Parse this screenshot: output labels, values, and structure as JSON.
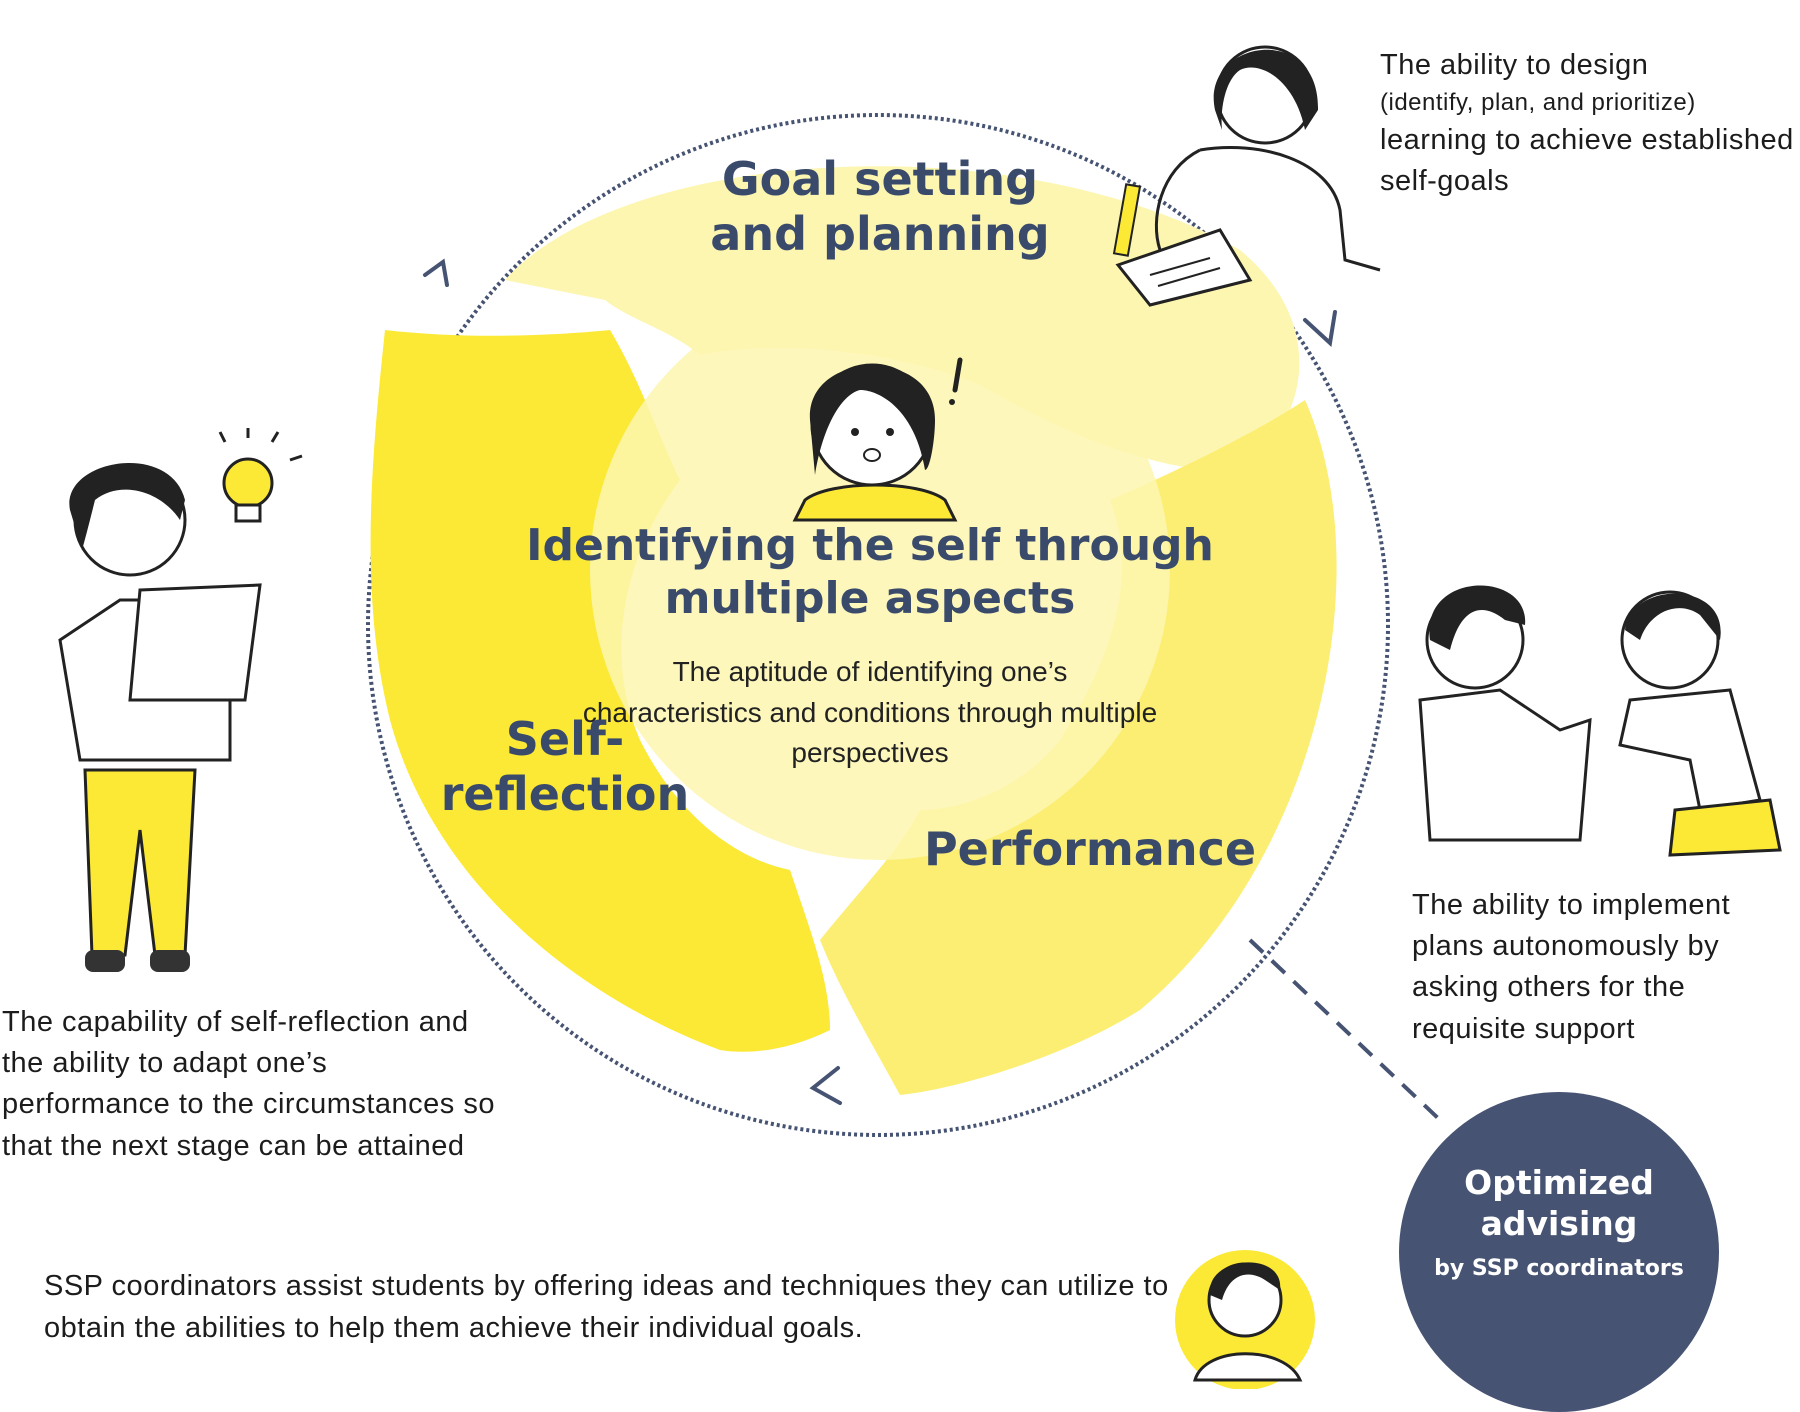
{
  "stages": {
    "goal": "Goal setting and planning",
    "center_title": "Identifying the self through multiple aspects",
    "center_desc": "The aptitude of identifying one’s characteristics and conditions through multiple perspectives",
    "self_reflection": "Self-reflection",
    "performance": "Performance"
  },
  "descriptions": {
    "goal_line1": "The ability to design",
    "goal_line2": "(identify, plan, and prioritize)",
    "goal_line3": "learning to achieve established self-goals",
    "performance": "The ability to implement plans autonomously by asking others for the requisite support",
    "self_reflection": "The capability of self-reflection and the ability to adapt one’s performance to the circumstances so that the next stage can be attained"
  },
  "advising": {
    "title": "Optimized advising",
    "subtitle": "by SSP coordinators"
  },
  "footer": "SSP coordinators assist students by offering ideas and techniques they can utilize to obtain the abilities to help them achieve their individual goals.",
  "colors": {
    "navy": "#3a4a6b",
    "advising_bg": "#465372",
    "yellow_dark": "#fbe935",
    "yellow_mid": "#fcee72",
    "yellow_light": "#fdf6b0"
  },
  "icons": [
    "light-bulb-icon",
    "exclamation-icon",
    "pencil-icon"
  ]
}
